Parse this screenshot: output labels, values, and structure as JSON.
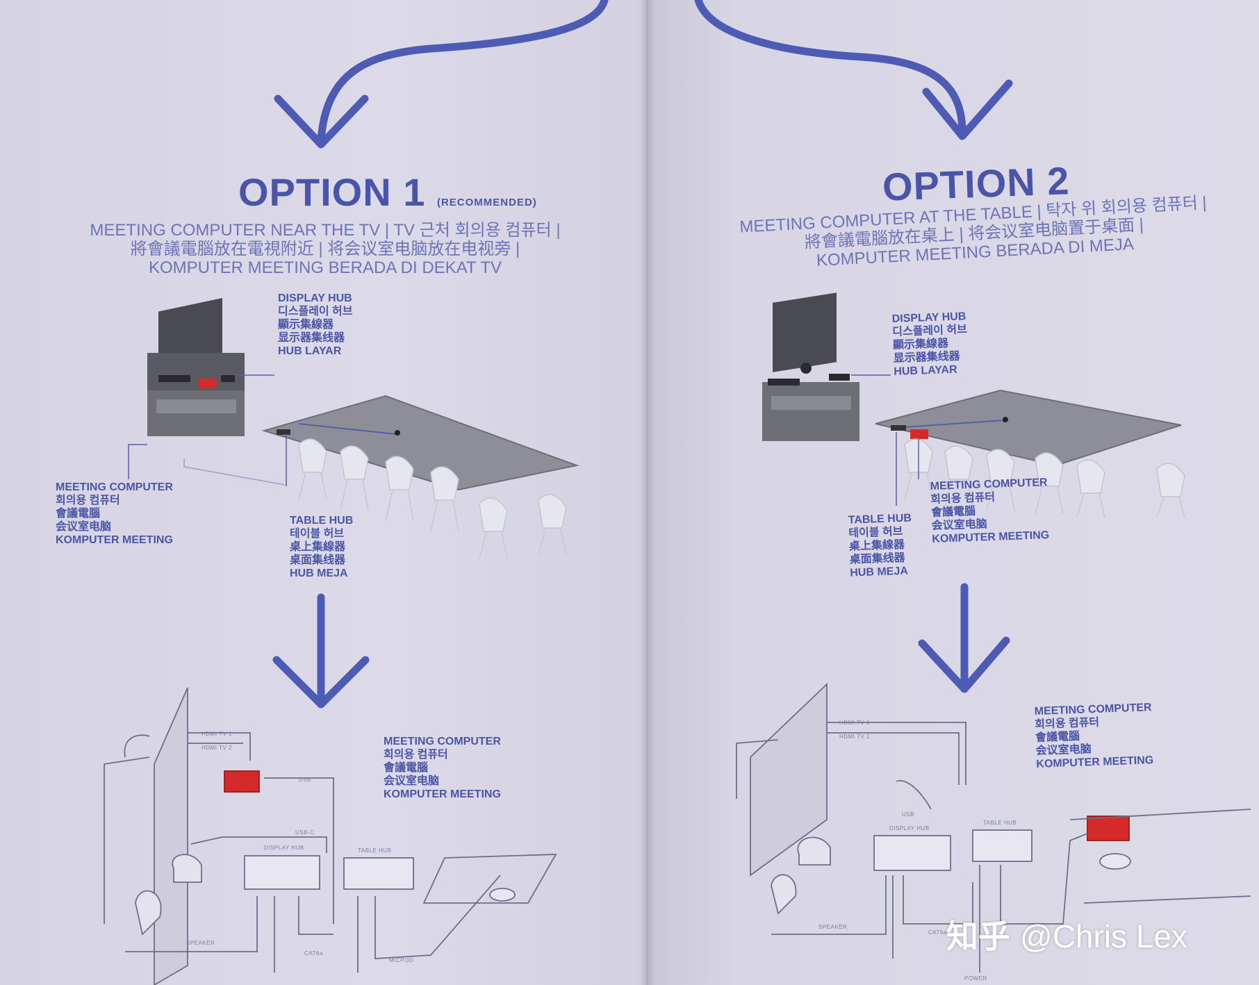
{
  "option1": {
    "title": "OPTION 1",
    "note": "(RECOMMENDED)",
    "subtitle": [
      "MEETING COMPUTER NEAR THE TV | TV 근처 회의용 컴퓨터 |",
      "將會議電腦放在電視附近 | 将会议室电脑放在电视旁 |",
      "KOMPUTER MEETING BERADA DI DEKAT TV"
    ],
    "display_hub": [
      "DISPLAY HUB",
      "디스플레이 허브",
      "顯示集線器",
      "显示器集线器",
      "HUB LAYAR"
    ],
    "meeting_computer": [
      "MEETING COMPUTER",
      "회의용 컴퓨터",
      "會議電腦",
      "会议室电脑",
      "KOMPUTER MEETING"
    ],
    "table_hub": [
      "TABLE HUB",
      "테이블 허브",
      "桌上集線器",
      "桌面集线器",
      "HUB MEJA"
    ],
    "wiring_meeting_computer": [
      "MEETING COMPUTER",
      "회의용 컴퓨터",
      "會議電腦",
      "会议室电脑",
      "KOMPUTER MEETING"
    ],
    "wiring_labels": {
      "hdmi1": "HDMI TV 1",
      "hdmi2": "HDMI TV 2",
      "usb": "USB",
      "usbc": "USB-C",
      "display_hub": "DISPLAY HUB",
      "table_hub": "TABLE HUB",
      "speaker": "SPEAKER",
      "cat": "CAT6a",
      "micpod": "MICPOD"
    }
  },
  "option2": {
    "title": "OPTION 2",
    "subtitle": [
      "MEETING COMPUTER AT THE TABLE | 탁자 위 회의용 컴퓨터 |",
      "將會議電腦放在桌上 | 将会议室电脑置于桌面 |",
      "KOMPUTER MEETING BERADA DI MEJA"
    ],
    "display_hub": [
      "DISPLAY HUB",
      "디스플레이 허브",
      "顯示集線器",
      "显示器集线器",
      "HUB LAYAR"
    ],
    "meeting_computer": [
      "MEETING COMPUTER",
      "회의용 컴퓨터",
      "會議電腦",
      "会议室电脑",
      "KOMPUTER MEETING"
    ],
    "table_hub": [
      "TABLE HUB",
      "테이블 허브",
      "桌上集線器",
      "桌面集线器",
      "HUB MEJA"
    ],
    "wiring_meeting_computer": [
      "MEETING COMPUTER",
      "회의용 컴퓨터",
      "會議電腦",
      "会议室电脑",
      "KOMPUTER MEETING"
    ],
    "wiring_labels": {
      "hdmi1": "HDMI TV 1",
      "hdmi2": "HDMI TV 2",
      "usb": "USB",
      "display_hub": "DISPLAY HUB",
      "table_hub": "TABLE HUB",
      "speaker": "SPEAKER",
      "cat": "CAT6a",
      "power": "POWER"
    }
  },
  "watermark": {
    "brand": "知乎",
    "author": "@Chris Lex"
  },
  "colors": {
    "accent": "#4a55a8",
    "device_red": "#d42a2a",
    "paper": "#dcdae8"
  }
}
